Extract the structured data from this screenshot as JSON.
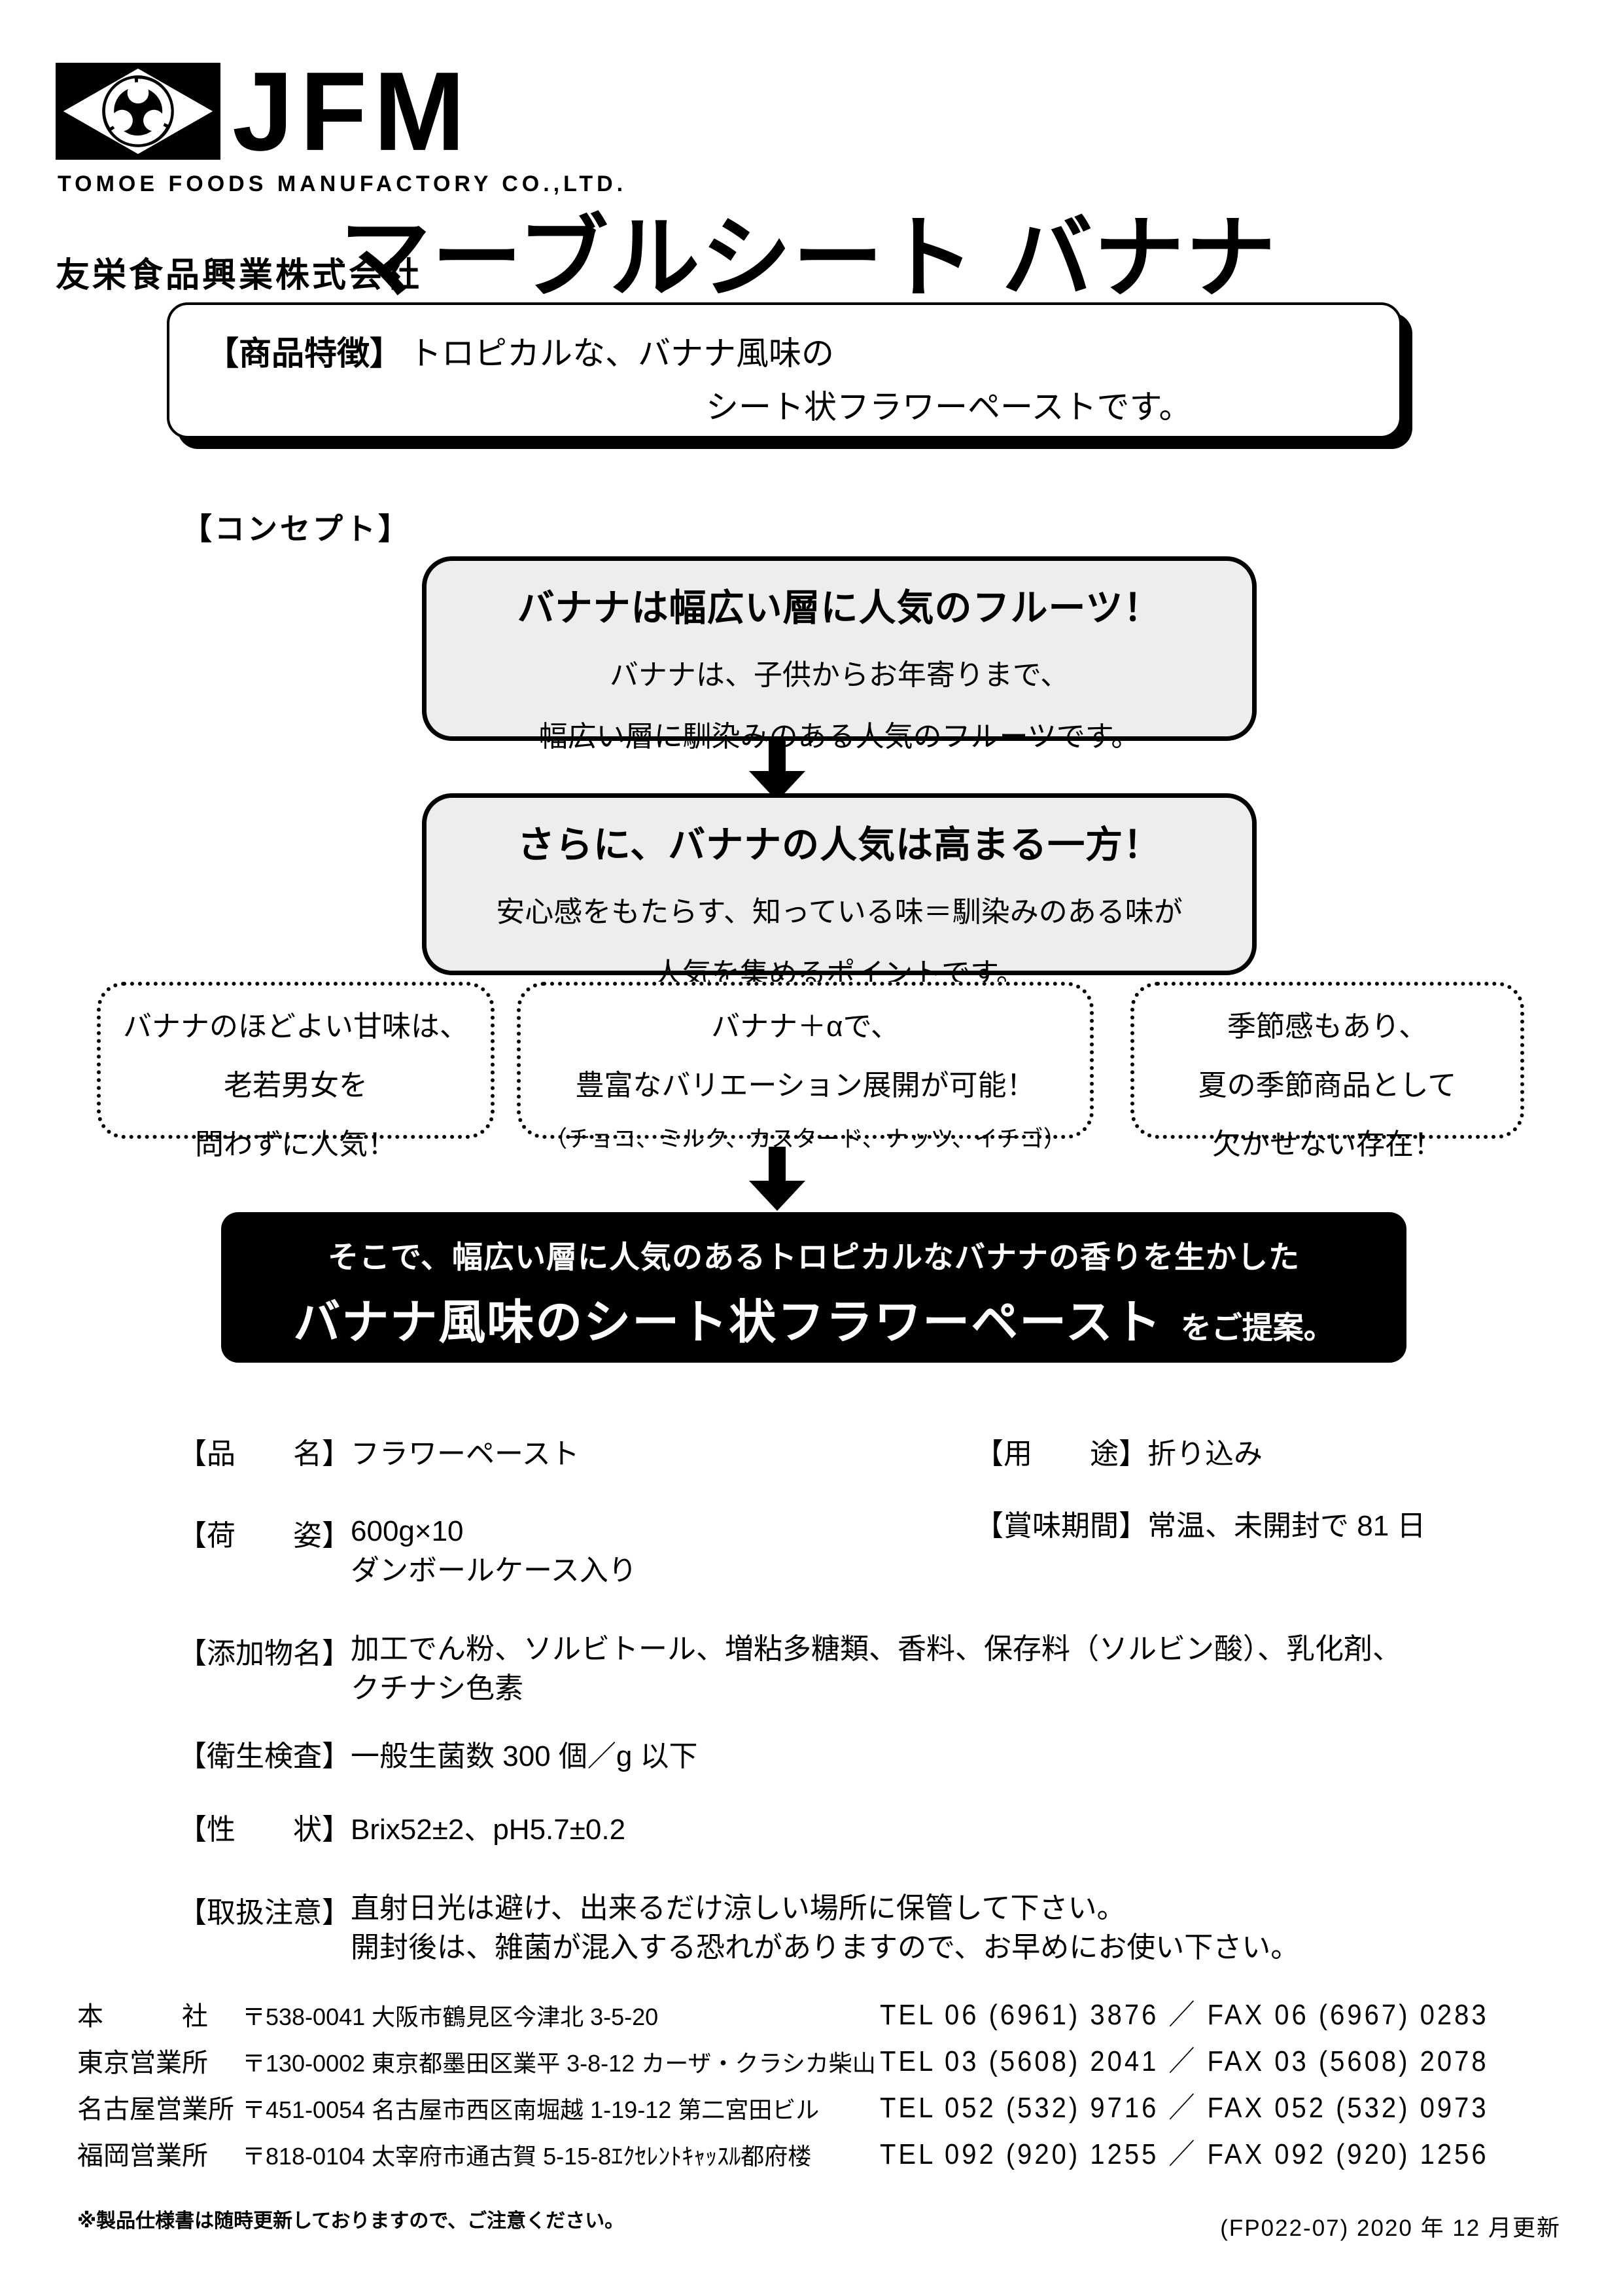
{
  "header": {
    "logo_text": "JFM",
    "company_en": "TOMOE FOODS MANUFACTORY CO.,LTD.",
    "company_jp": "友栄食品興業株式会社",
    "title": "マーブルシート バナナ"
  },
  "features": {
    "label": "【商品特徴】",
    "line1": "トロピカルな、バナナ風味の",
    "line2": "シート状フラワーペーストです。"
  },
  "concept": {
    "heading": "【コンセプト】",
    "box1": {
      "title": "バナナは幅広い層に人気のフルーツ！",
      "line1": "バナナは、子供からお年寄りまで、",
      "line2": "幅広い層に馴染みのある人気のフルーツです。"
    },
    "box2": {
      "title": "さらに、バナナの人気は高まる一方！",
      "line1": "安心感をもたらす、知っている味＝馴染みのある味が",
      "line2": "人気を集めるポイントです。"
    },
    "points": [
      {
        "line1": "バナナのほどよい甘味は、",
        "line2": "老若男女を",
        "line3": "問わずに人気！"
      },
      {
        "line1": "バナナ＋αで、",
        "line2": "豊富なバリエーション展開が可能！",
        "line3": "（チョコ、ミルク、カスタード、ナッツ、イチゴ）"
      },
      {
        "line1": "季節感もあり、",
        "line2": "夏の季節商品として",
        "line3": "欠かせない存在！"
      }
    ],
    "proposal": {
      "line1": "そこで、幅広い層に人気のあるトロピカルなバナナの香りを生かした",
      "line2_main": "バナナ風味のシート状フラワーペースト",
      "line2_suffix": "をご提案。"
    }
  },
  "specs": {
    "name": {
      "label": "【品　　名】",
      "value": "フラワーペースト"
    },
    "usage": {
      "label": "【用　　途】",
      "value": "折り込み"
    },
    "package": {
      "label": "【荷　　姿】",
      "value1": "600g×10",
      "value2": "ダンボールケース入り"
    },
    "shelf_life": {
      "label": "【賞味期間】",
      "value": "常温、未開封で 81 日"
    },
    "additives": {
      "label": "【添加物名】",
      "value1": "加工でん粉、ソルビトール、増粘多糖類、香料、保存料（ソルビン酸）、乳化剤、",
      "value2": "クチナシ色素"
    },
    "hygiene": {
      "label": "【衛生検査】",
      "value": "一般生菌数 300 個／g 以下"
    },
    "properties": {
      "label": "【性　　状】",
      "value": "Brix52±2、pH5.7±0.2"
    },
    "handling": {
      "label": "【取扱注意】",
      "value1": "直射日光は避け、出来るだけ涼しい場所に保管して下さい。",
      "value2": "開封後は、雑菌が混入する恐れがありますので、お早めにお使い下さい。"
    }
  },
  "offices": [
    {
      "name": "本　　　社",
      "address": "〒538-0041 大阪市鶴見区今津北 3-5-20",
      "tel": "TEL 06 (6961) 3876 ／ FAX 06 (6967) 0283"
    },
    {
      "name": "東京営業所",
      "address": "〒130-0002 東京都墨田区業平 3-8-12 カーザ・クラシカ柴山",
      "tel": "TEL 03 (5608) 2041 ／ FAX 03 (5608) 2078"
    },
    {
      "name": "名古屋営業所",
      "address": "〒451-0054 名古屋市西区南堀越 1-19-12 第二宮田ビル",
      "tel": "TEL 052 (532) 9716 ／ FAX 052 (532) 0973"
    },
    {
      "name": "福岡営業所",
      "address": "〒818-0104 太宰府市通古賀 5-15-8ｴｸｾﾚﾝﾄｷｬｯｽﾙ都府楼",
      "tel": "TEL 092 (920) 1255 ／ FAX 092 (920) 1256"
    }
  ],
  "footnotes": {
    "left": "※製品仕様書は随時更新しておりますので、ご注意ください。",
    "right": "(FP022-07) 2020 年 12 月更新"
  }
}
